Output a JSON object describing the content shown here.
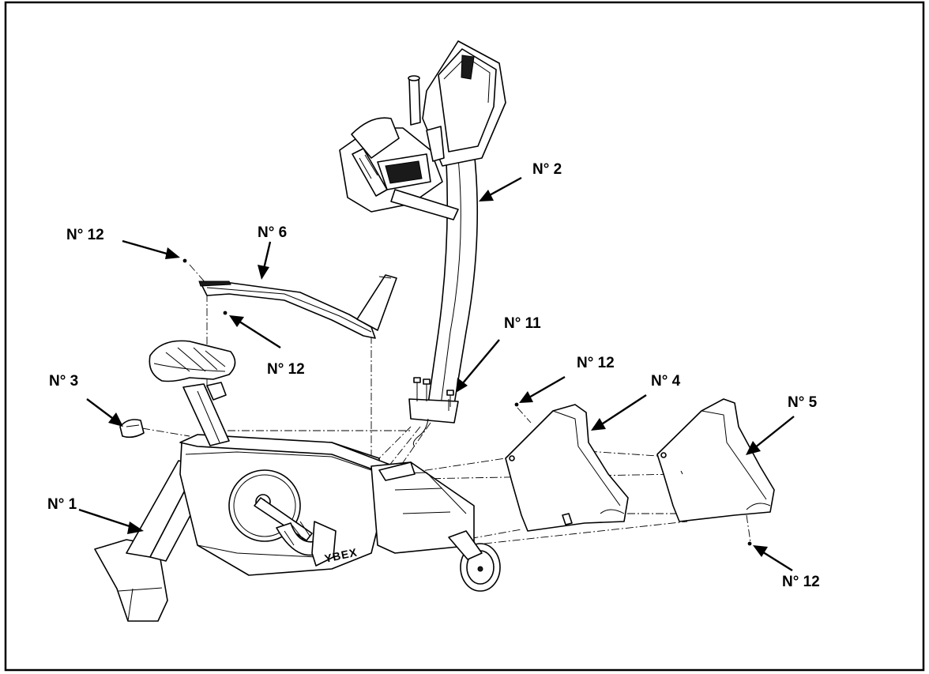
{
  "labels": {
    "n1": "N° 1",
    "n2": "N° 2",
    "n3": "N° 3",
    "n4": "N° 4",
    "n5": "N° 5",
    "n6": "N° 6",
    "n11": "N° 11",
    "n12_top": "N° 12",
    "n12_mid": "N° 12",
    "n12_shroud": "N° 12",
    "n12_bottom": "N° 12"
  },
  "logo": "YBEX"
}
